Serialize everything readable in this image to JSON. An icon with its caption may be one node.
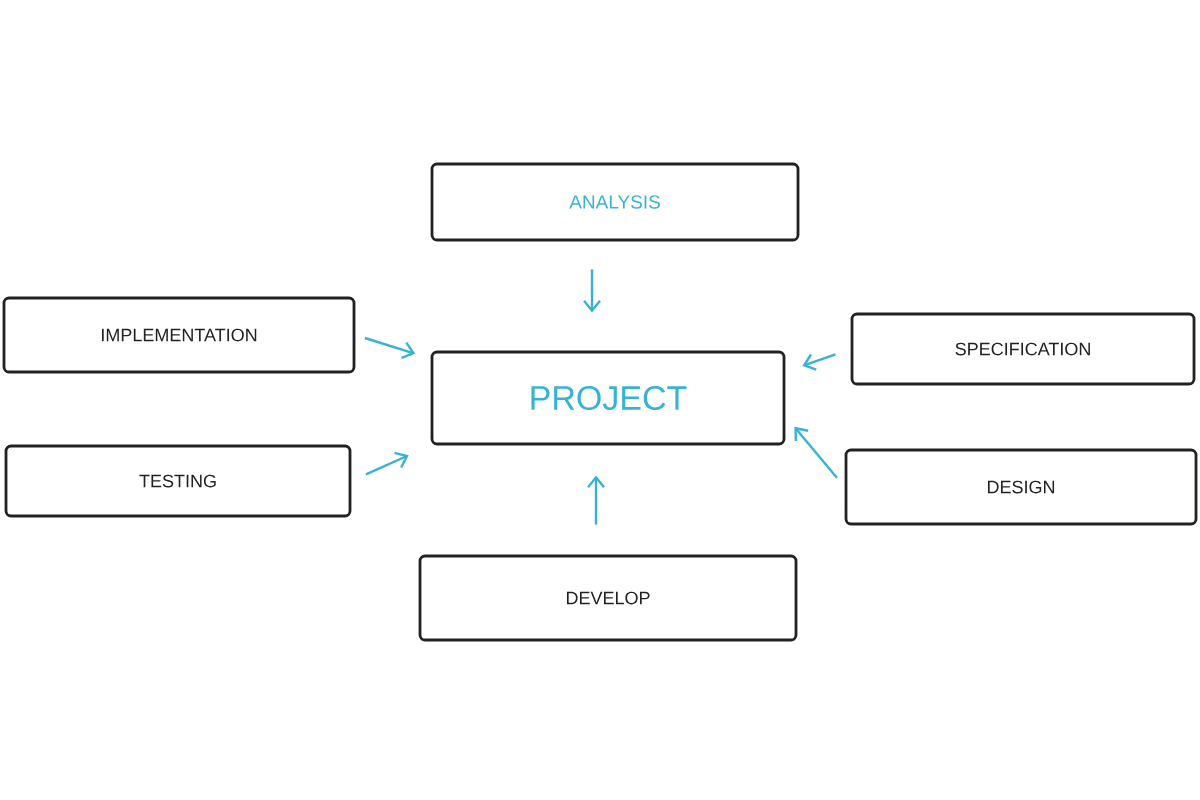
{
  "diagram": {
    "nodes": [
      {
        "text": [
          "ANALYSIS"
        ]
      },
      {
        "text": [
          "IMPLEMENTATION"
        ]
      },
      {
        "text": [
          "SPECIFICATION"
        ]
      },
      {
        "text": [
          "PROJECT"
        ]
      },
      {
        "text": [
          "TESTING"
        ]
      },
      {
        "text": [
          "DESIGN"
        ]
      },
      {
        "text": [
          "DEVELOP"
        ]
      }
    ],
    "edges": [
      {
        "from": 0,
        "to": 3,
        "arrow": "to"
      },
      {
        "from": 1,
        "to": 3,
        "arrow": "to"
      },
      {
        "from": 2,
        "to": 3,
        "arrow": "to"
      },
      {
        "from": 4,
        "to": 3,
        "arrow": "to"
      },
      {
        "from": 5,
        "to": 3,
        "arrow": "to"
      },
      {
        "from": 6,
        "to": 3,
        "arrow": "to"
      }
    ]
  }
}
